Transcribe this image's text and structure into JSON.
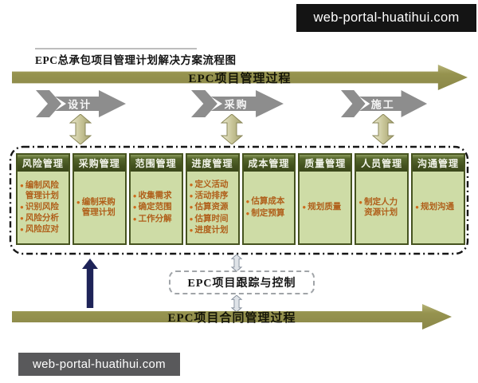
{
  "watermark_top": "web-portal-huatihui.com",
  "watermark_bottom": "web-portal-huatihui.com",
  "title": "EPC总承包项目管理计划解决方案流程图",
  "top_arrow": {
    "label": "EPC项目管理过程"
  },
  "bottom_arrow": {
    "label": "EPC项目合同管理过程"
  },
  "phase_arrows": [
    {
      "label": "设计"
    },
    {
      "label": "采购"
    },
    {
      "label": "施工"
    }
  ],
  "columns": [
    {
      "header": "风险管理",
      "items": [
        "编制风险管理计划",
        "识别风险",
        "风险分析",
        "风险应对"
      ]
    },
    {
      "header": "采购管理",
      "items": [
        "编制采购管理计划"
      ]
    },
    {
      "header": "范围管理",
      "items": [
        "收集需求",
        "确定范围",
        "工作分解"
      ]
    },
    {
      "header": "进度管理",
      "items": [
        "定义活动",
        "活动排序",
        "估算资源",
        "估算时间",
        "进度计划"
      ]
    },
    {
      "header": "成本管理",
      "items": [
        "估算成本",
        "制定预算"
      ]
    },
    {
      "header": "质量管理",
      "items": [
        "规划质量"
      ]
    },
    {
      "header": "人员管理",
      "items": [
        "制定人力资源计划"
      ]
    },
    {
      "header": "沟通管理",
      "items": [
        "规划沟通"
      ]
    }
  ],
  "tracking_box": {
    "label": "EPC项目跟踪与控制"
  },
  "icons": {
    "bullet": "●"
  },
  "colors": {
    "olive_arrow": "#96934f",
    "phase_gray": "#8d8d8d",
    "column_header_green": "#43511f",
    "column_body_green": "#cedca6",
    "item_orange": "#b05f1a",
    "navy_arrow": "#1e2358",
    "khaki_link": "#c9c699",
    "silver_link": "#dfe3e8",
    "watermark_top_bg": "#141414",
    "watermark_bottom_bg": "#59595b"
  }
}
